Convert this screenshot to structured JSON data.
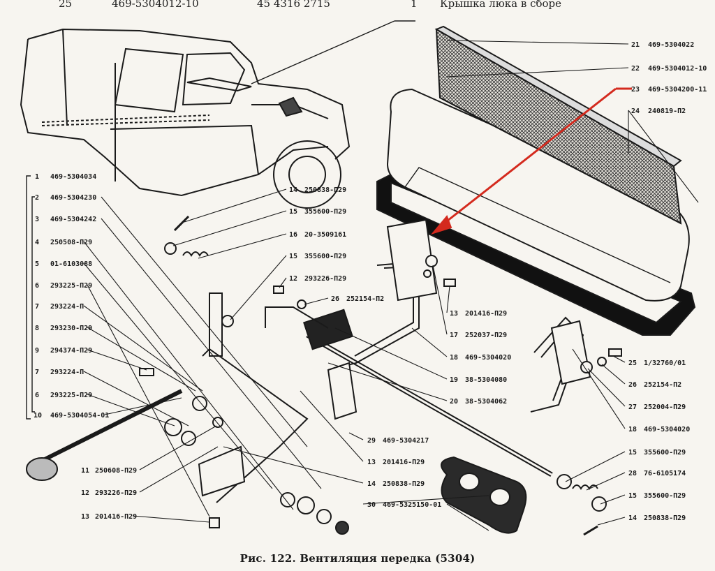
{
  "header": {
    "row_num": "25",
    "partial_code_left": "469-5304012-10",
    "partial_code_mid": "45 4316 2715",
    "item_number": "1",
    "item_title": "Крышка люка в сборе"
  },
  "caption": "Рис. 122. Вентиляция передка (5304)",
  "callouts_left": [
    {
      "num": "1",
      "code": "469-5304034"
    },
    {
      "num": "2",
      "code": "469-5304230"
    },
    {
      "num": "3",
      "code": "469-5304242"
    },
    {
      "num": "4",
      "code": "250508-П29"
    },
    {
      "num": "5",
      "code": "01-6103088"
    },
    {
      "num": "6",
      "code": "293225-П29"
    },
    {
      "num": "7",
      "code": "293224-П"
    },
    {
      "num": "8",
      "code": "293230-П29"
    },
    {
      "num": "9",
      "code": "294374-П29"
    },
    {
      "num": "7",
      "code": "293224-П"
    },
    {
      "num": "6",
      "code": "293225-П29"
    },
    {
      "num": "10",
      "code": "469-5304054-01"
    }
  ],
  "callouts_left_bottom": [
    {
      "num": "11",
      "code": "250608-П29"
    },
    {
      "num": "12",
      "code": "293226-П29"
    },
    {
      "num": "13",
      "code": "201416-П29"
    }
  ],
  "callouts_center": [
    {
      "num": "14",
      "code": "250838-П29"
    },
    {
      "num": "15",
      "code": "355600-П29"
    },
    {
      "num": "16",
      "code": "20-3509161"
    },
    {
      "num": "15",
      "code": "355600-П29"
    },
    {
      "num": "12",
      "code": "293226-П29"
    },
    {
      "num": "26",
      "code": "252154-П2"
    }
  ],
  "callouts_mid": [
    {
      "num": "13",
      "code": "201416-П29"
    },
    {
      "num": "17",
      "code": "252037-П29"
    },
    {
      "num": "18",
      "code": "469-5304020"
    },
    {
      "num": "19",
      "code": "38-5304080"
    },
    {
      "num": "20",
      "code": "38-5304062"
    }
  ],
  "callouts_mid_bottom": [
    {
      "num": "29",
      "code": "469-5304217"
    },
    {
      "num": "13",
      "code": "201416-П29"
    },
    {
      "num": "14",
      "code": "250838-П29"
    },
    {
      "num": "30",
      "code": "469-5325150-01"
    }
  ],
  "callouts_right_top": [
    {
      "num": "21",
      "code": "469-5304022"
    },
    {
      "num": "22",
      "code": "469-5304012-10"
    },
    {
      "num": "23",
      "code": "469-5304200-11"
    },
    {
      "num": "24",
      "code": "240819-П2"
    }
  ],
  "callouts_right": [
    {
      "num": "25",
      "code": "1/32760/01"
    },
    {
      "num": "26",
      "code": "252154-П2"
    },
    {
      "num": "27",
      "code": "252004-П29"
    },
    {
      "num": "18",
      "code": "469-5304020"
    },
    {
      "num": "15",
      "code": "355600-П29"
    },
    {
      "num": "28",
      "code": "76-6105174"
    },
    {
      "num": "15",
      "code": "355600-П29"
    },
    {
      "num": "14",
      "code": "250838-П29"
    }
  ],
  "colors": {
    "ink": "#1a1a1a",
    "paper": "#f7f5f0",
    "highlight_arrow": "#d42a1e"
  }
}
